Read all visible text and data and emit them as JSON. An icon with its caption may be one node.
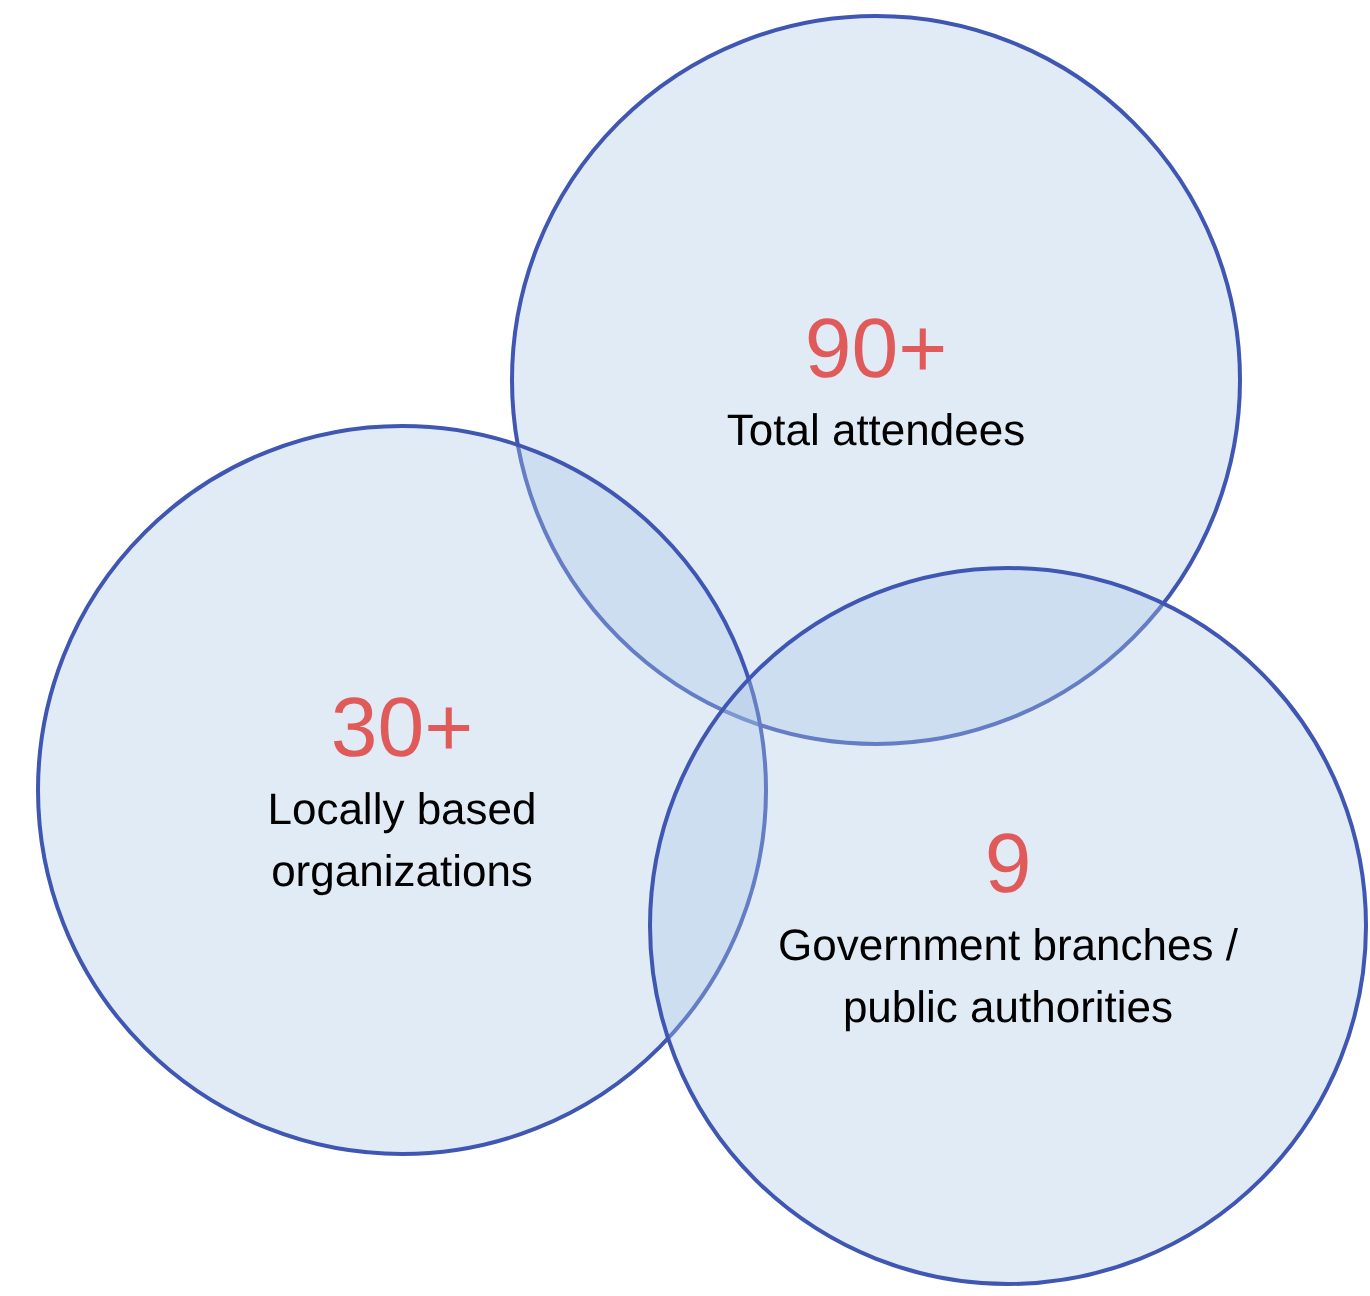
{
  "diagram": {
    "nodes": [
      {
        "text": [
          "90+",
          "Total attendees"
        ]
      },
      {
        "text": [
          "30+",
          "Locally based organizations"
        ]
      },
      {
        "text": [
          "9",
          "Government branches / public authorities"
        ]
      }
    ]
  }
}
